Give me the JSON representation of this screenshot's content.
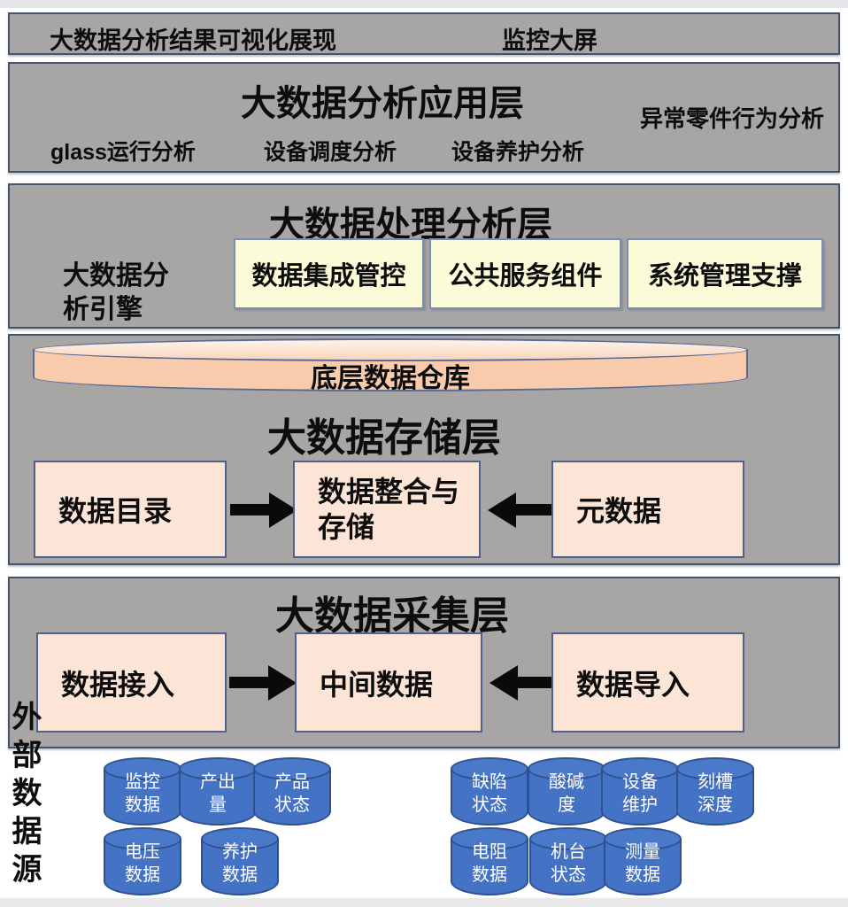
{
  "colors": {
    "panel_fill": "#a8a5a5",
    "panel_border": "#44546a",
    "module_fill": "#fbfbd8",
    "box_fill": "#fce4d6",
    "warehouse_fill": "#f8cbad",
    "database_fill": "#4472c4",
    "database_border": "#2f528f",
    "arrow": "#0a0a0a"
  },
  "visualization_bar": {
    "left_label": "大数据分析结果可视化展现",
    "right_label": "监控大屏"
  },
  "application_layer": {
    "title": "大数据分析应用层",
    "side_item": "异常零件行为分析",
    "items": [
      "glass运行分析",
      "设备调度分析",
      "设备养护分析"
    ]
  },
  "processing_layer": {
    "title": "大数据处理分析层",
    "engine_label": "大数据分析引擎",
    "modules": [
      "数据集成管控",
      "公共服务组件",
      "系统管理支撑"
    ]
  },
  "storage_layer": {
    "title": "大数据存储层",
    "warehouse_label": "底层数据仓库",
    "left_box": "数据目录",
    "center_box": "数据整合与存储",
    "right_box": "元数据"
  },
  "collection_layer": {
    "title": "大数据采集层",
    "left_box": "数据接入",
    "center_box": "中间数据",
    "right_box": "数据导入"
  },
  "external_sources": {
    "label": "外部数据源",
    "left_row1": [
      "监控数据",
      "产出量",
      "产品状态"
    ],
    "left_row2": [
      "电压数据",
      "养护数据"
    ],
    "right_row1": [
      "缺陷状态",
      "酸碱度",
      "设备维护",
      "刻槽深度"
    ],
    "right_row2": [
      "电阻数据",
      "机台状态",
      "测量数据"
    ]
  }
}
